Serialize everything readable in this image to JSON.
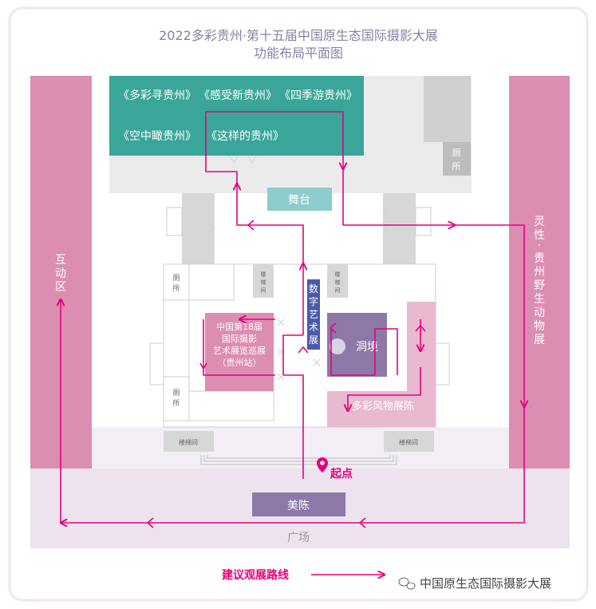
{
  "title_line1": "2022多彩贵州·第十五届中国原生态国际摄影大展",
  "title_line2": "功能布局平面图",
  "exhibits": {
    "e1": "《多彩寻贵州》",
    "e2": "《感受新贵州》",
    "e3": "《四季游贵州》",
    "e4": "《空中瞰贵州》",
    "e5": "《这样的贵州》"
  },
  "toilet": "厕所",
  "toilet_char1": "厕",
  "toilet_char2": "所",
  "stairs": "楼梯间",
  "stairs_char1": "楼",
  "stairs_char2": "梯",
  "stairs_char3": "间",
  "stage_label": "舞台",
  "interactive_zone": [
    "互",
    "动",
    "区"
  ],
  "wildlife_zone": [
    "灵",
    "性",
    "·",
    "贵",
    "州",
    "野",
    "生",
    "动",
    "物",
    "展"
  ],
  "digital_art": [
    "数",
    "字",
    "艺",
    "术",
    "展"
  ],
  "china18": {
    "line1": "中国第18届",
    "line2": "国际摄影",
    "line3": "艺术展览巡展",
    "line4": "（贵州站）"
  },
  "cave": "洞境",
  "customs": "多彩风物展陈",
  "start": "起点",
  "meichen": "美陈",
  "plaza": "广场",
  "legend_label": "建议观展路线",
  "watermark": "中国原生态国际摄影大展",
  "colors": {
    "route": "#e6007e",
    "teal": "#3aa69a",
    "pink": "#dc8db2",
    "light_pink": "#e9b9d0",
    "purple": "#8c79a8",
    "lavender": "#ece3ee",
    "stage": "#8ecbcc",
    "title": "#8c7fa7"
  }
}
